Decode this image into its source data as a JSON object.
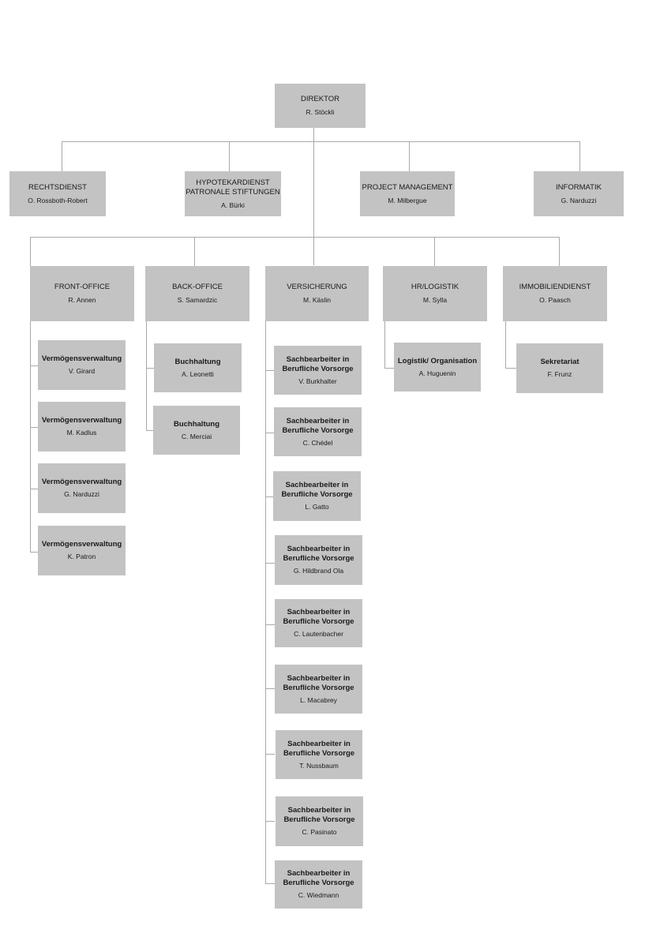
{
  "director": {
    "title": "DIREKTOR",
    "name": "R. Stöckli"
  },
  "staff": [
    {
      "title": "RECHTSDIENST",
      "name": "O. Rossboth-Robert"
    },
    {
      "title": "HYPOTEKARDIENST\nPATRONALE STIFTUNGEN",
      "name": "A. Bürki"
    },
    {
      "title": "PROJECT MANAGEMENT",
      "name": "M. Milbergue"
    },
    {
      "title": "INFORMATIK",
      "name": "G. Narduzzi"
    }
  ],
  "departments": [
    {
      "title": "FRONT-OFFICE",
      "name": "R. Annen",
      "children": [
        {
          "title": "Vermögensverwaltung",
          "name": "V. Girard"
        },
        {
          "title": "Vermögensverwaltung",
          "name": "M. Kadlus"
        },
        {
          "title": "Vermögensverwaltung",
          "name": "G. Narduzzi"
        },
        {
          "title": "Vermögensverwaltung",
          "name": "K. Patron"
        }
      ]
    },
    {
      "title": "BACK-OFFICE",
      "name": "S. Samardzic",
      "children": [
        {
          "title": "Buchhaltung",
          "name": "A. Leonetti"
        },
        {
          "title": "Buchhaltung",
          "name": "C. Merciai"
        }
      ]
    },
    {
      "title": "VERSICHERUNG",
      "name": "M. Käslin",
      "children": [
        {
          "title": "Sachbearbeiter in\nBerufliche Vorsorge",
          "name": "V. Burkhalter"
        },
        {
          "title": "Sachbearbeiter in\nBerufliche Vorsorge",
          "name": "C. Chédel"
        },
        {
          "title": "Sachbearbeiter in\nBerufliche Vorsorge",
          "name": "L. Gatto"
        },
        {
          "title": "Sachbearbeiter in\nBerufliche Vorsorge",
          "name": "G. Hildbrand Ola"
        },
        {
          "title": "Sachbearbeiter in\nBerufliche Vorsorge",
          "name": "C. Lautenbacher"
        },
        {
          "title": "Sachbearbeiter in\nBerufliche Vorsorge",
          "name": "L. Macabrey"
        },
        {
          "title": "Sachbearbeiter in\nBerufliche Vorsorge",
          "name": "T. Nussbaum"
        },
        {
          "title": "Sachbearbeiter in\nBerufliche Vorsorge",
          "name": "C. Pasinato"
        },
        {
          "title": "Sachbearbeiter in\nBerufliche Vorsorge",
          "name": "C. Wiedmann"
        }
      ]
    },
    {
      "title": "HR/LOGISTIK",
      "name": "M. Sylla",
      "children": [
        {
          "title": "Logistik/ Organisation",
          "name": "A. Huguenin"
        }
      ]
    },
    {
      "title": "IMMOBILIENDIENST",
      "name": "O. Paasch",
      "children": [
        {
          "title": "Sekretariat",
          "name": "F. Frunz"
        }
      ]
    }
  ]
}
